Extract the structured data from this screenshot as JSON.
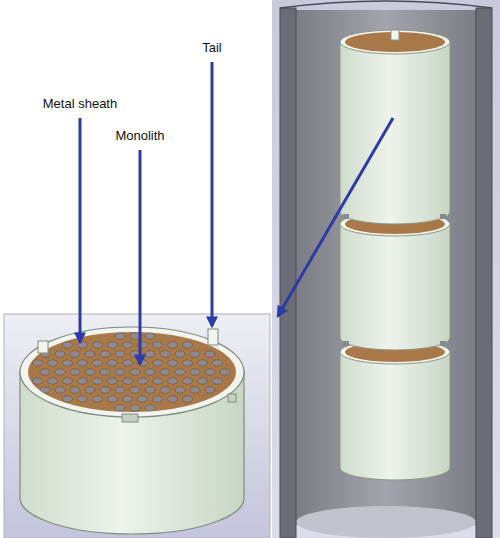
{
  "diagram": {
    "labels": [
      "Metal sheath",
      "Tail",
      "Monolith"
    ]
  }
}
